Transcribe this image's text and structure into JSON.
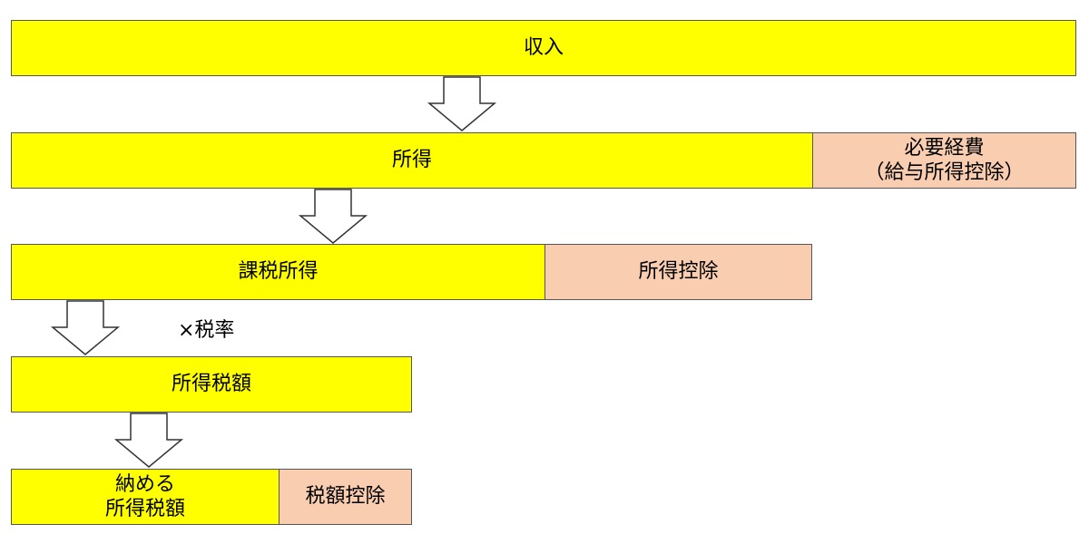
{
  "colors": {
    "income_fill": "#ffff00",
    "deduction_fill": "#f9cdb0",
    "border": "#555555",
    "arrow_fill": "#ffffff",
    "arrow_stroke": "#333333"
  },
  "rows": {
    "income": {
      "label": "収入"
    },
    "shotoku": {
      "label": "所得",
      "deduction_label": "必要経費\n（給与所得控除）"
    },
    "kazei": {
      "label": "課税所得",
      "deduction_label": "所得控除"
    },
    "tax_amount": {
      "label": "所得税額"
    },
    "payable": {
      "label": "納める\n所得税額",
      "deduction_label": "税額控除"
    }
  },
  "multiplier_label": "×税率"
}
